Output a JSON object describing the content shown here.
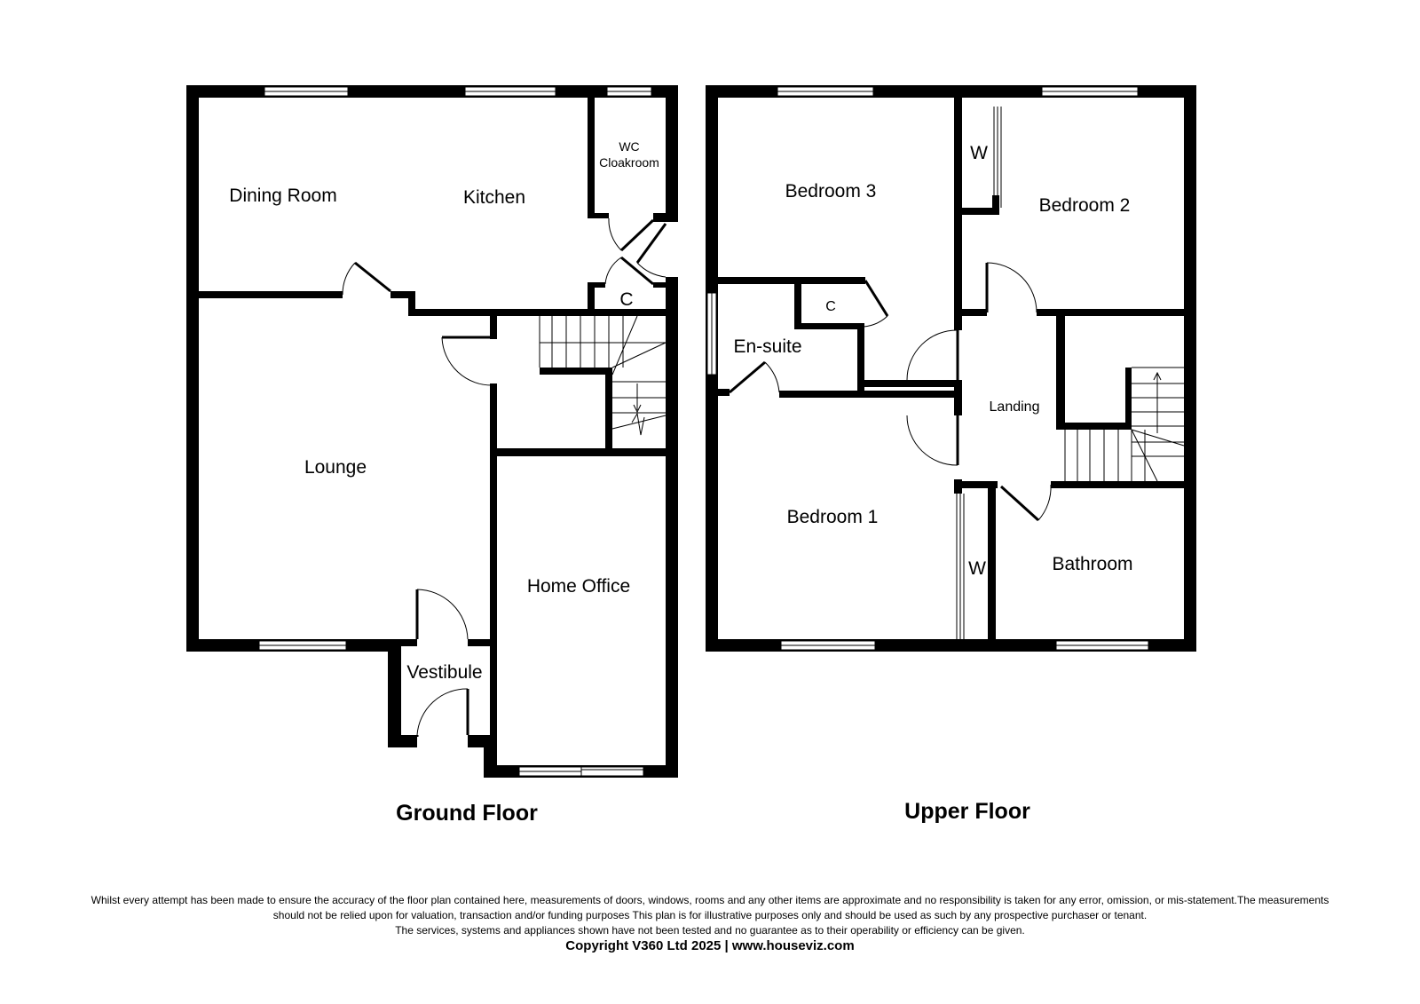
{
  "ground_floor": {
    "title": "Ground Floor",
    "rooms": {
      "dining_room": "Dining Room",
      "kitchen": "Kitchen",
      "wc_line1": "WC",
      "wc_line2": "Cloakroom",
      "cupboard": "C",
      "lounge": "Lounge",
      "home_office": "Home Office",
      "vestibule": "Vestibule"
    }
  },
  "upper_floor": {
    "title": "Upper Floor",
    "rooms": {
      "bedroom_3": "Bedroom 3",
      "bedroom_2": "Bedroom 2",
      "wardrobe_2": "W",
      "cupboard": "C",
      "en_suite": "En-suite",
      "landing": "Landing",
      "bedroom_1": "Bedroom 1",
      "wardrobe_1": "W",
      "bathroom": "Bathroom"
    }
  },
  "footer": {
    "disclaimer_1": "Whilst every attempt has been made to ensure the accuracy of the floor plan contained here, measurements of doors, windows, rooms and any other items are approximate and no responsibility is taken for any error, omission, or mis-statement.The measurements should not be relied upon for valuation, transaction and/or funding purposes This plan is for illustrative purposes only and should be used as such by any prospective purchaser or tenant.",
    "disclaimer_2": "The services, systems and appliances shown have not been tested and no guarantee as to their operability or efficiency can be given.",
    "copyright": "Copyright V360 Ltd 2025 | www.houseviz.com"
  }
}
